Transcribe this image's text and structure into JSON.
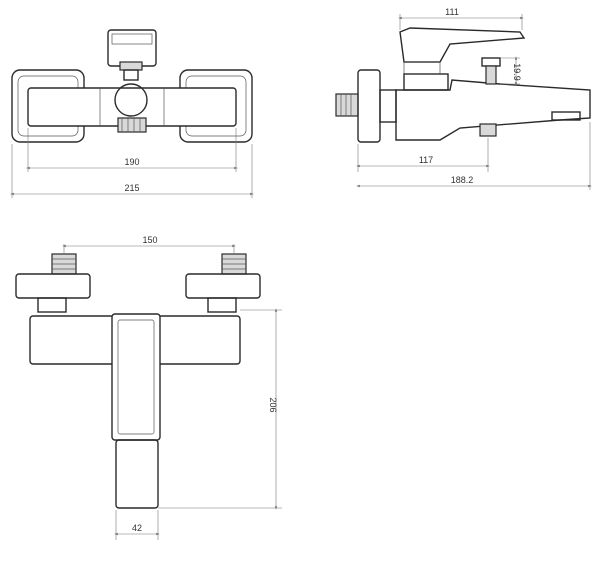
{
  "dimensions": {
    "top_width_inner": "190",
    "top_width_outer": "215",
    "side_width_top": "111",
    "side_cartridge_height": "19.9",
    "side_spout_offset": "117",
    "side_total_length": "188.2",
    "front_center_distance": "150",
    "front_height": "206",
    "front_handle_width": "42"
  },
  "colors": {
    "line": "#2a2a2a",
    "dimension_line": "#777777",
    "thread_fill": "#d9d9d9"
  }
}
